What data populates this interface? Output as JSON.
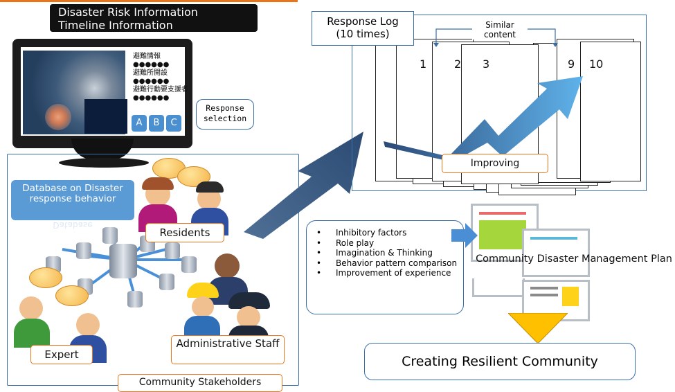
{
  "header": {
    "title_line1": "Disaster Risk Information",
    "title_line2": "Timeline Information"
  },
  "monitor": {
    "jp_lines": [
      "避難情報",
      "●●●●●●",
      "避難所開設",
      "●●●●●●",
      "避難行動要支援者",
      "●●●●●●"
    ],
    "choices": [
      "A",
      "B",
      "C"
    ],
    "callout": "Response selection"
  },
  "stakeholders": {
    "database": "Database on Disaster response behavior",
    "database_reflection": "Database",
    "residents": "Residents",
    "expert": "Expert",
    "admin": "Administrative Staff",
    "frame_label": "Community Stakeholders"
  },
  "log": {
    "title_line1": "Response Log",
    "title_line2": "(10 times)",
    "similar_line1": "Similar",
    "similar_line2": "content",
    "pages": [
      "1",
      "2",
      "3",
      "9",
      "10"
    ],
    "improving": "Improving"
  },
  "plan": {
    "title": "Community Disaster Management Plan",
    "factors": [
      "Inhibitory factors",
      "Role play",
      "Imagination & Thinking",
      "Behavior pattern comparison",
      "Improvement of experience"
    ]
  },
  "result": {
    "label": "Creating Resilient Community"
  },
  "colors": {
    "accent_orange": "#e8741c",
    "frame_blue": "#3b6ea5",
    "db_blue": "#5b9bd5",
    "arrow_yellow": "#ffc000",
    "plan_green": "#a5d63c"
  }
}
